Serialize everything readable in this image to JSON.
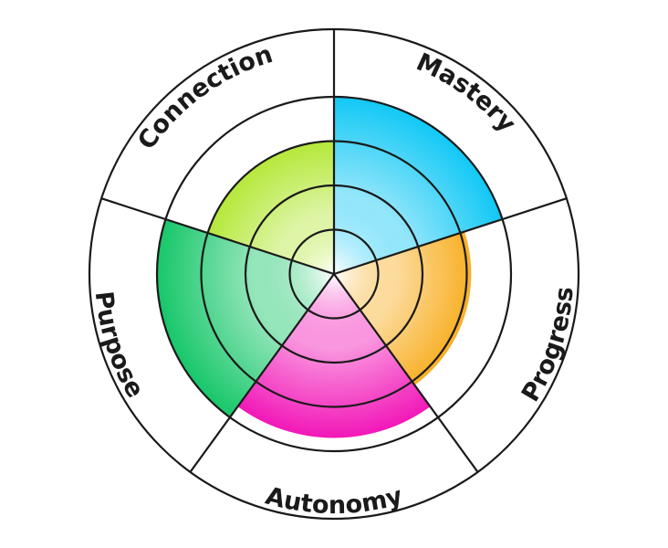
{
  "chart_data": {
    "type": "radial-wheel",
    "rings": 4,
    "max": 5,
    "segments": [
      {
        "label": "Mastery",
        "value": 4.0,
        "color": "#12c8f5"
      },
      {
        "label": "Progress",
        "value": 3.1,
        "color": "#f8b026"
      },
      {
        "label": "Autonomy",
        "value": 3.7,
        "color": "#f218b8"
      },
      {
        "label": "Purpose",
        "value": 4.0,
        "color": "#17c76a"
      },
      {
        "label": "Connection",
        "value": 3.0,
        "color": "#b5e83a"
      }
    ]
  }
}
